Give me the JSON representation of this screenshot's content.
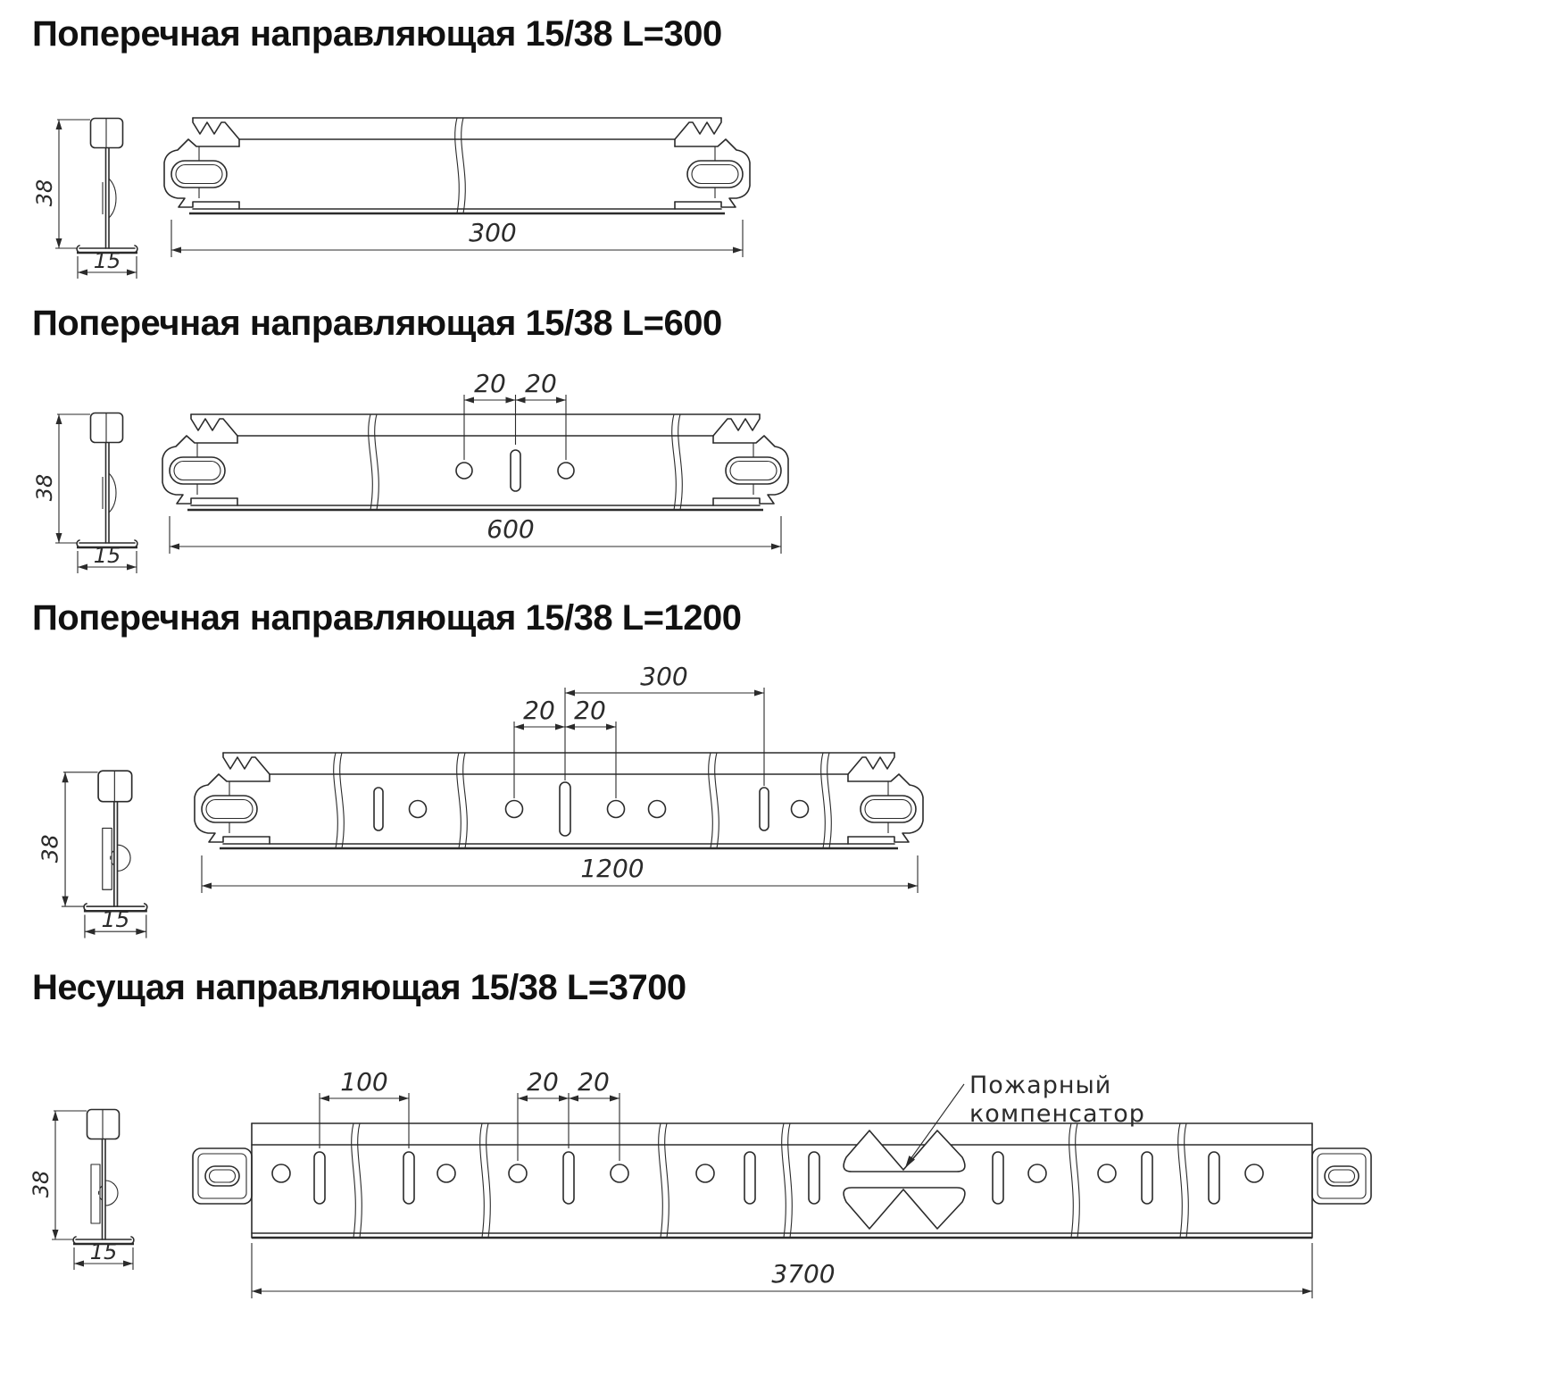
{
  "colors": {
    "line": "#2b2b2b",
    "title": "#111111",
    "background": "#ffffff"
  },
  "sections": [
    {
      "title": "Поперечная направляющая 15/38 L=300",
      "cross_section": {
        "height": "38",
        "width": "15"
      },
      "profile": {
        "length": "300"
      }
    },
    {
      "title": "Поперечная направляющая 15/38 L=600",
      "cross_section": {
        "height": "38",
        "width": "15"
      },
      "profile": {
        "length": "600",
        "spacing": [
          "20",
          "20"
        ]
      }
    },
    {
      "title": "Поперечная направляющая 15/38 L=1200",
      "cross_section": {
        "height": "38",
        "width": "15"
      },
      "profile": {
        "length": "1200",
        "spacing": [
          "20",
          "20"
        ],
        "slot_span": "300"
      }
    },
    {
      "title": "Несущая направляющая 15/38 L=3700",
      "cross_section": {
        "height": "38",
        "width": "15"
      },
      "profile": {
        "length": "3700",
        "spacing": [
          "20",
          "20"
        ],
        "slot_span": "100"
      },
      "annotation": {
        "line1": "Пожарный",
        "line2": "компенсатор"
      }
    }
  ]
}
